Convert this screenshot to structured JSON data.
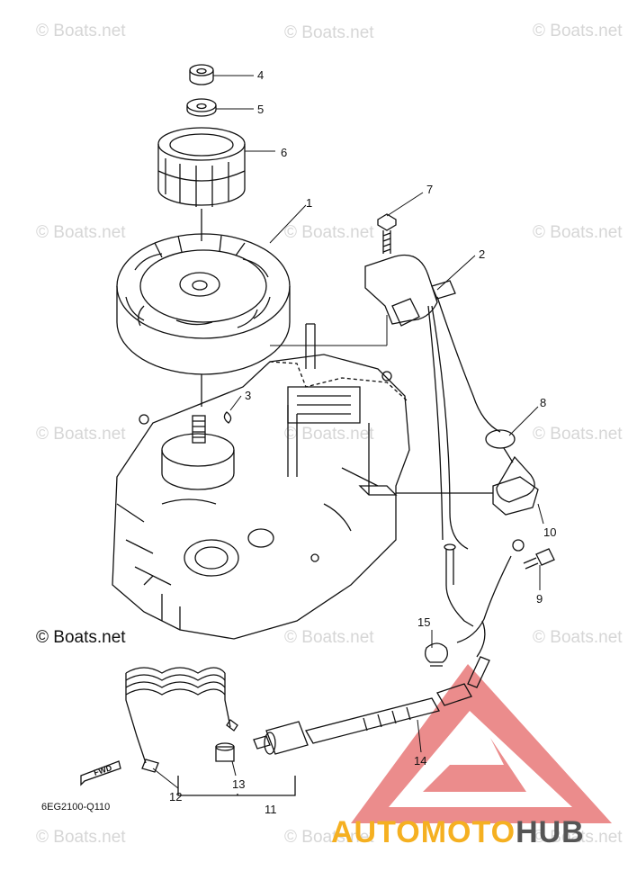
{
  "watermark": "© Boats.net",
  "copyright": "© Boats.net",
  "drawing_code": "6EG2100-Q110",
  "fwd_label": "FWD",
  "brand": {
    "part1": "AUTOMOTO",
    "part2": "HUB",
    "accent": "#f5b021",
    "dark": "#555555",
    "logo_color": "#e87878"
  },
  "callouts": [
    "1",
    "2",
    "3",
    "4",
    "5",
    "6",
    "7",
    "8",
    "9",
    "10",
    "11",
    "12",
    "13",
    "14",
    "15"
  ]
}
